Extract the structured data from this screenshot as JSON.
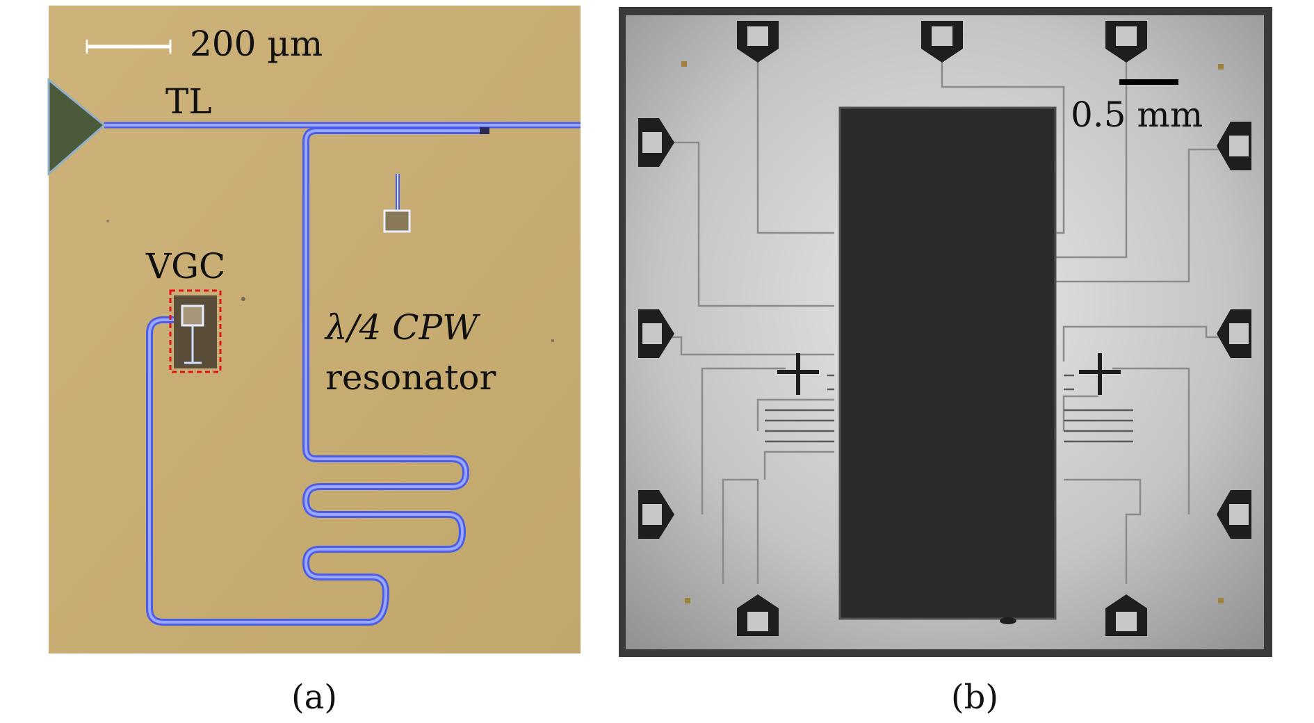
{
  "panel_a": {
    "scale_label": "200 µm",
    "tl_label": "TL",
    "vgc_label": "VGC",
    "resonator_label_line1": "λ/4 CPW",
    "resonator_label_line2": "resonator",
    "caption": "(a)",
    "colors": {
      "substrate": "#c8ae74",
      "cpw_line": "#9aa7ff",
      "cpw_edge": "#4b5de8",
      "highlight_box": "#e01414"
    }
  },
  "panel_b": {
    "scale_label": "0.5 mm",
    "caption": "(b)",
    "colors": {
      "chip_background": "#c9c9c9",
      "dark_block": "#2a2a2a",
      "pads": "#1e1e1e",
      "traces": "#8a8a8a"
    }
  }
}
